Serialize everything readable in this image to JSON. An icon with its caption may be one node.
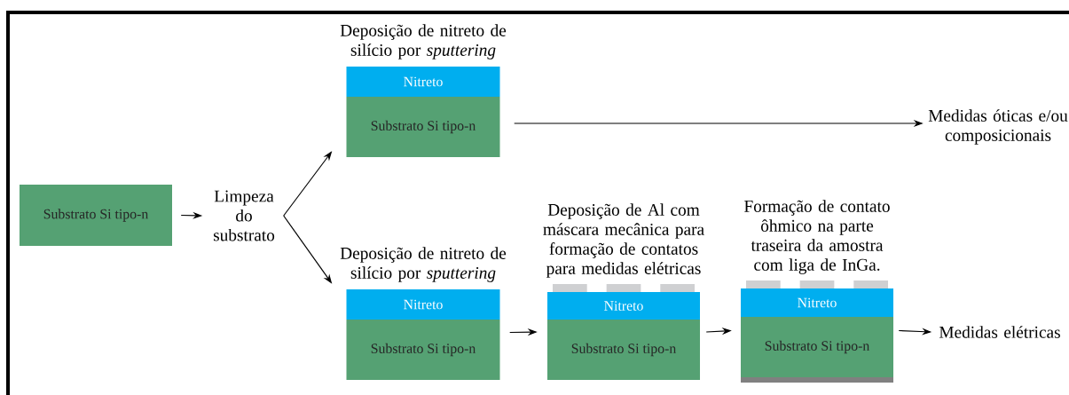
{
  "diagram": {
    "nodes": [
      {
        "text": [
          "Substrato Si tipo-n"
        ]
      },
      {
        "text": [
          "Limpeza do substrato"
        ]
      },
      {
        "text": [
          "Deposição de nitreto de silício por *sputtering*",
          "Nitreto",
          "Substrato Si tipo-n"
        ]
      },
      {
        "text": [
          "Medidas óticas e/ou composicionais"
        ]
      },
      {
        "text": [
          "Deposição de nitreto de silício por *sputtering*",
          "Nitreto",
          "Substrato Si tipo-n"
        ]
      },
      {
        "text": [
          "Deposição de Al com máscara mecânica para formação de contatos para medidas elétricas",
          "Nitreto",
          "Substrato Si tipo-n"
        ]
      },
      {
        "text": [
          "Formação de contato ôhmico na parte traseira da amostra com liga de InGa.",
          "Nitreto",
          "Substrato Si tipo-n"
        ]
      },
      {
        "text": [
          "Medidas elétricas"
        ]
      }
    ],
    "edges": [
      {
        "from": 0,
        "to": 1,
        "arrow": "to"
      },
      {
        "from": 1,
        "to": 2,
        "arrow": "to"
      },
      {
        "from": 1,
        "to": 4,
        "arrow": "to"
      },
      {
        "from": 2,
        "to": 3,
        "arrow": "to"
      },
      {
        "from": 4,
        "to": 5,
        "arrow": "to"
      },
      {
        "from": 5,
        "to": 6,
        "arrow": "to"
      },
      {
        "from": 6,
        "to": 7,
        "arrow": "to"
      }
    ]
  }
}
